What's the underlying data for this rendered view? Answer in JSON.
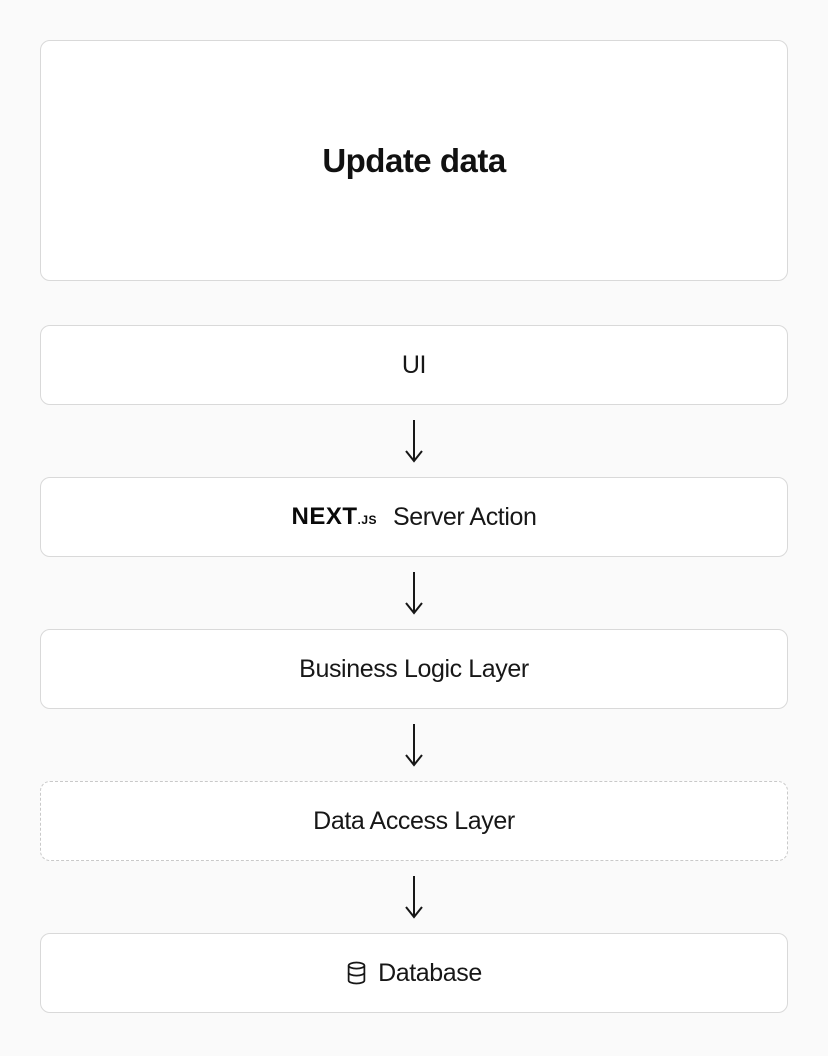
{
  "colors": {
    "background": "#fafafa",
    "card_background": "#ffffff",
    "card_border": "#d9d9d9",
    "dashed_border": "#c9c9c9",
    "text": "#171717",
    "arrow": "#171717"
  },
  "title_card": {
    "label": "Update data"
  },
  "flow": {
    "ui": {
      "label": "UI"
    },
    "server_action": {
      "logo_text": "NEXT",
      "logo_suffix": ".JS",
      "label": "Server Action"
    },
    "business_logic": {
      "label": "Business Logic Layer"
    },
    "data_access": {
      "label": "Data Access Layer",
      "border_style": "dashed"
    },
    "database": {
      "label": "Database",
      "icon": "database-icon"
    }
  }
}
